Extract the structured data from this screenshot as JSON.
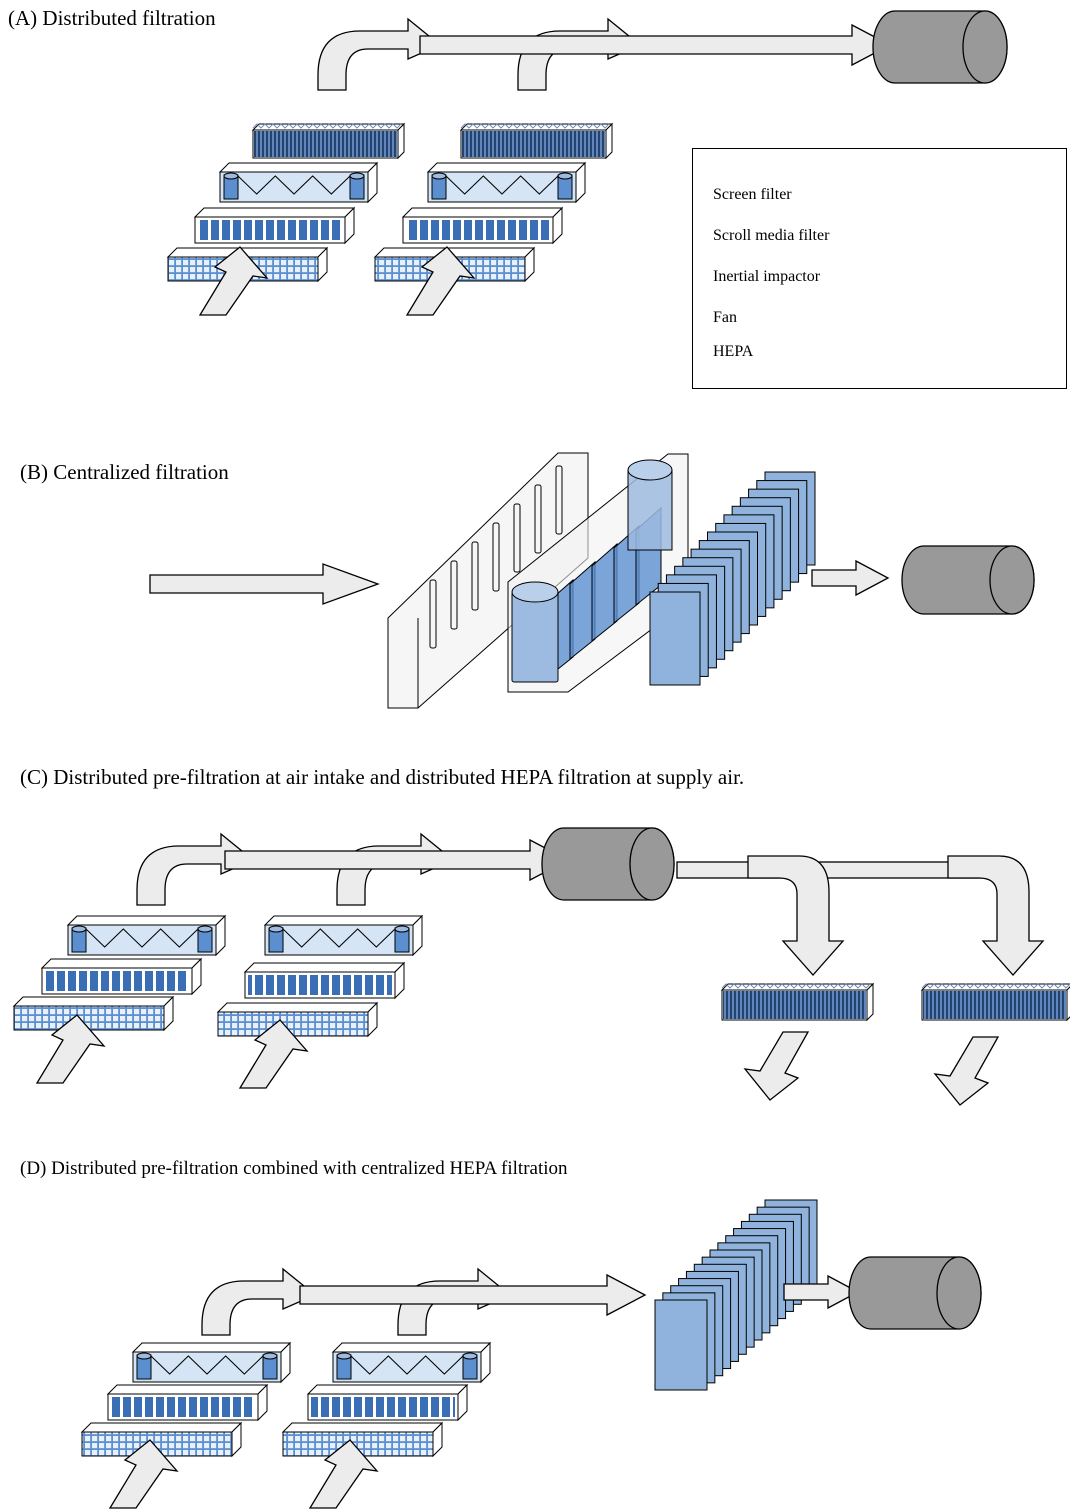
{
  "captions": {
    "a": "(A) Distributed filtration",
    "b": "(B) Centralized filtration",
    "c": "(C) Distributed pre-filtration at air intake and distributed HEPA filtration at supply air.",
    "d": "(D) Distributed pre-filtration combined with centralized HEPA filtration"
  },
  "legend": {
    "items": [
      {
        "label": "Screen filter",
        "icon": "screen-filter"
      },
      {
        "label": "Scroll media filter",
        "icon": "scroll-media-filter"
      },
      {
        "label": "Inertial impactor",
        "icon": "inertial-impactor"
      },
      {
        "label": "Fan",
        "icon": "fan"
      },
      {
        "label": "HEPA",
        "icon": "hepa-filter"
      }
    ]
  },
  "colors": {
    "arrow_fill": "#ececec",
    "arrow_stroke": "#000000",
    "fan_fill": "#999999",
    "filter_blue": "#5b8fd0",
    "filter_light": "#d5e5f5",
    "filter_dark": "#2d4f80",
    "centralized_blue": "#8fb3dd",
    "housing_fill": "#f2f2f2"
  }
}
